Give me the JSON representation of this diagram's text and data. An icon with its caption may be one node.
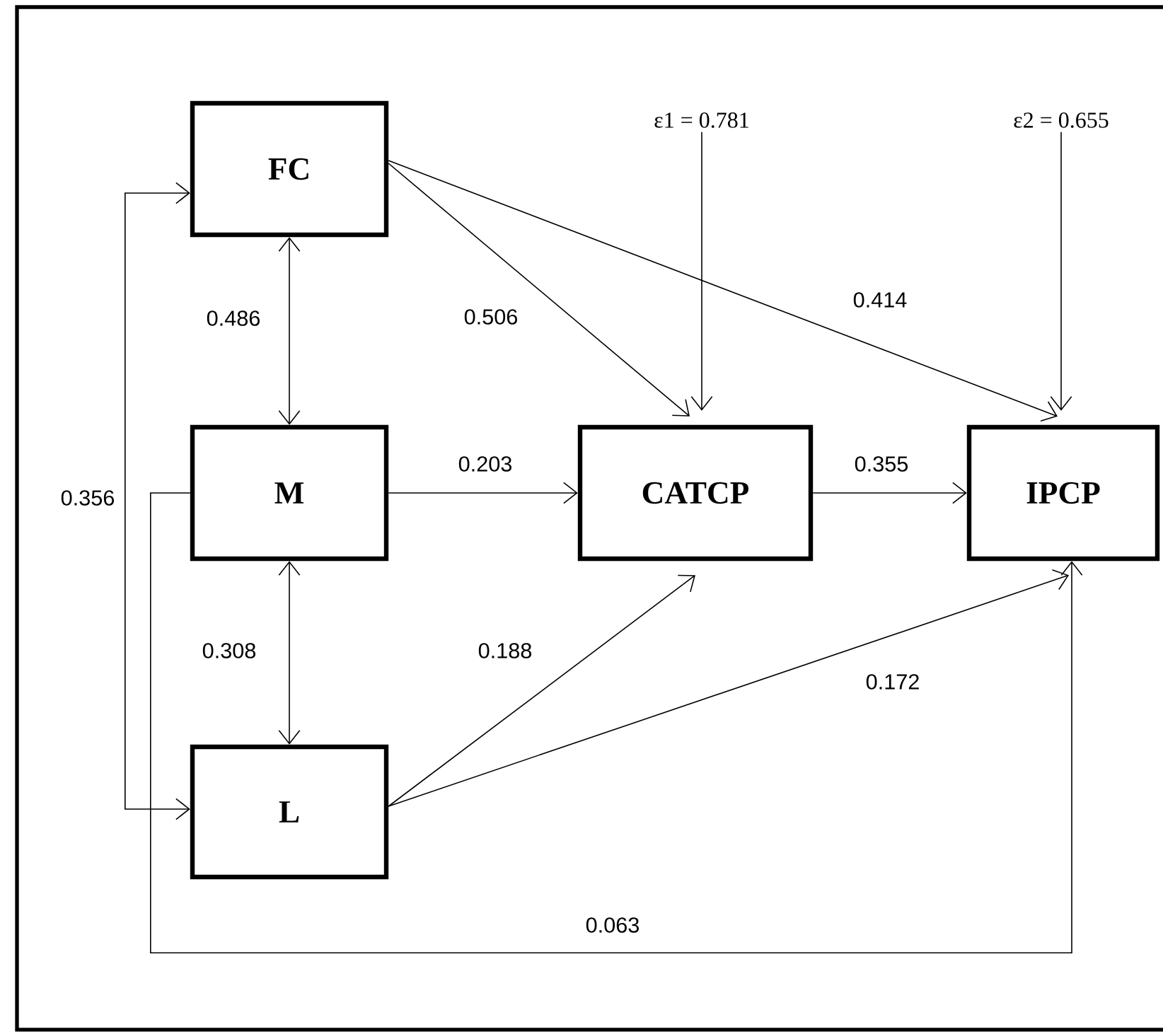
{
  "diagram": {
    "nodes": [
      {
        "text": [
          "FC"
        ]
      },
      {
        "text": [
          "M"
        ]
      },
      {
        "text": [
          "L"
        ]
      },
      {
        "text": [
          "CATCP"
        ]
      },
      {
        "text": [
          "IPCP"
        ]
      },
      {
        "text": [
          "ε1 = 0.781"
        ]
      },
      {
        "text": [
          "ε2 = 0.655"
        ]
      }
    ],
    "edges": [
      {
        "from": 0,
        "to": 1,
        "arrow": "both",
        "label": "0.486"
      },
      {
        "from": 1,
        "to": 2,
        "arrow": "both",
        "label": "0.308"
      },
      {
        "from": 0,
        "to": 2,
        "arrow": "both",
        "label": "0.356"
      },
      {
        "from": 0,
        "to": 3,
        "arrow": "to",
        "label": "0.506"
      },
      {
        "from": 0,
        "to": 4,
        "arrow": "to",
        "label": "0.414"
      },
      {
        "from": 1,
        "to": 3,
        "arrow": "to",
        "label": "0.203"
      },
      {
        "from": 3,
        "to": 4,
        "arrow": "to",
        "label": "0.355"
      },
      {
        "from": 2,
        "to": 3,
        "arrow": "to",
        "label": "0.188"
      },
      {
        "from": 2,
        "to": 4,
        "arrow": "to",
        "label": "0.172"
      },
      {
        "from": 1,
        "to": 4,
        "arrow": "to",
        "label": "0.063"
      },
      {
        "from": 5,
        "to": 3,
        "arrow": "to"
      },
      {
        "from": 6,
        "to": 4,
        "arrow": "to"
      }
    ]
  }
}
